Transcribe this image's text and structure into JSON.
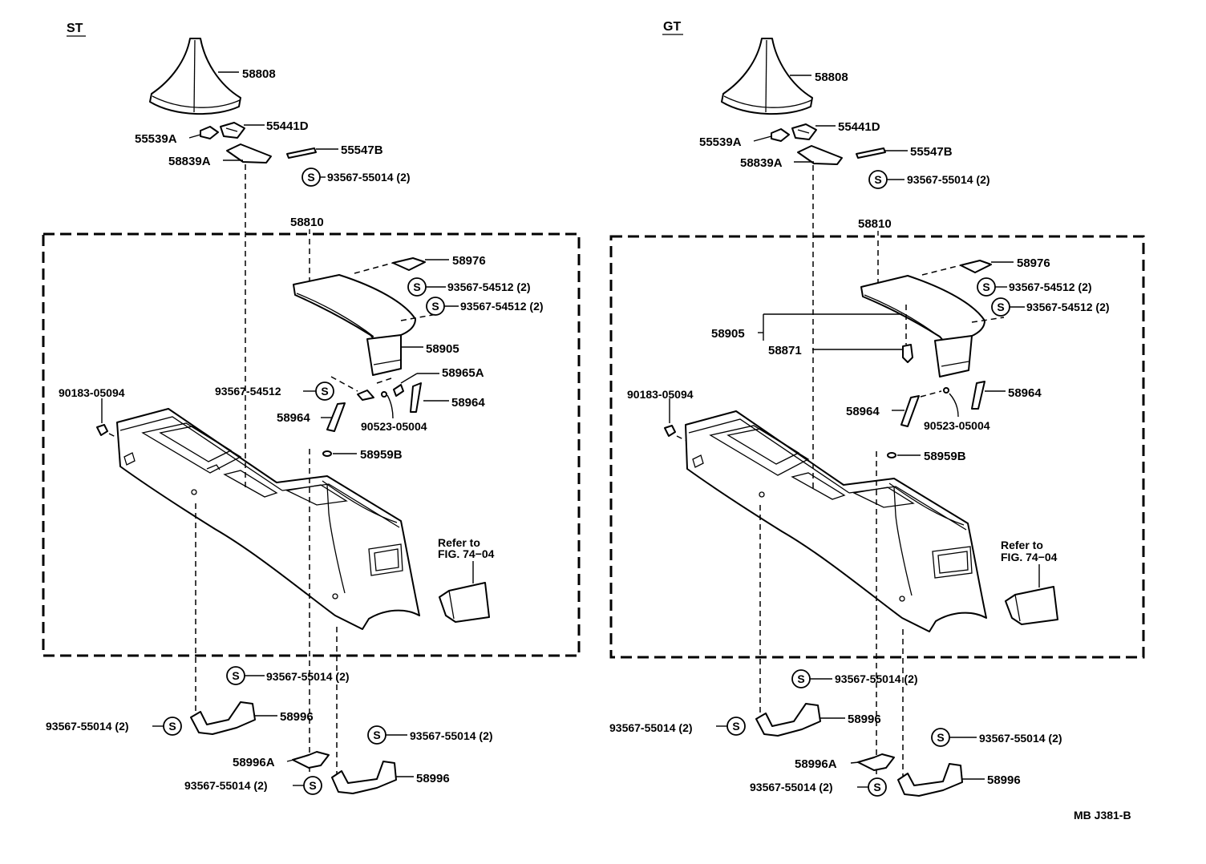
{
  "panels": {
    "st": {
      "title": "ST",
      "labels": {
        "boot": "58808",
        "retainer_a": "55539A",
        "retainer_d": "55441D",
        "plate_b": "55547B",
        "plate_a": "58839A",
        "screw_top": "93567-55014 (2)",
        "console_assy": "58810",
        "hinge": "58976",
        "screw_lid_1": "93567-54512 (2)",
        "screw_lid_2": "93567-54512 (2)",
        "lid": "58905",
        "stay_a": "58965A",
        "screw_stay": "93567-54512",
        "stay_l": "58964",
        "stay_r": "58964",
        "bolt": "90523-05004",
        "nut": "90183-05094",
        "clip": "58959B",
        "refer_1": "Refer to",
        "refer_2": "FIG. 74−04",
        "screw_b1": "93567-55014 (2)",
        "screw_b2": "93567-55014 (2)",
        "bracket_1": "58996",
        "bracket_a": "58996A",
        "screw_b3": "93567-55014 (2)",
        "screw_b4": "93567-55014 (2)",
        "bracket_2": "58996"
      }
    },
    "gt": {
      "title": "GT",
      "labels": {
        "boot": "58808",
        "retainer_a": "55539A",
        "retainer_d": "55441D",
        "plate_b": "55547B",
        "plate_a": "58839A",
        "screw_top": "93567-55014 (2)",
        "console_assy": "58810",
        "hinge": "58976",
        "screw_lid_1": "93567-54512 (2)",
        "screw_lid_2": "93567-54512 (2)",
        "lid": "58905",
        "pad": "58871",
        "stay_r": "58964",
        "stay_l": "58964",
        "bolt": "90523-05004",
        "nut": "90183-05094",
        "clip": "58959B",
        "refer_1": "Refer to",
        "refer_2": "FIG. 74−04",
        "screw_b1": "93567-55014 (2)",
        "screw_b2": "93567-55014 (2)",
        "bracket_1": "58996",
        "bracket_a": "58996A",
        "screw_b3": "93567-55014 (2)",
        "screw_b4": "93567-55014 (2)",
        "bracket_2": "58996"
      }
    }
  },
  "screw_symbol": "S",
  "footer": {
    "code": "MB J381-B"
  }
}
